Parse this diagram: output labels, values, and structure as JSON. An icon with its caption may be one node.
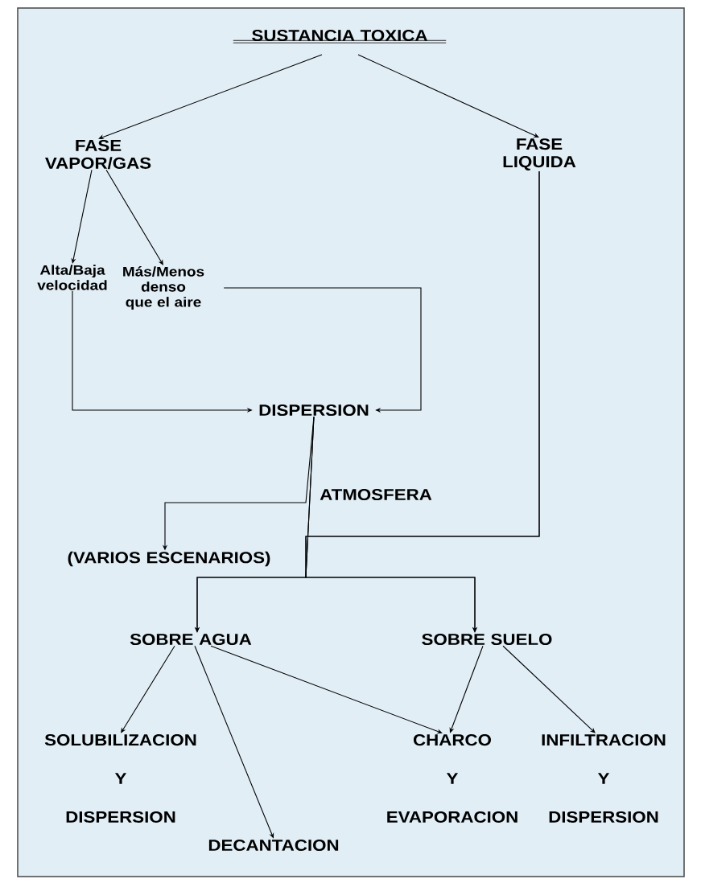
{
  "diagram": {
    "nodes": [
      {
        "text": [
          "SUSTANCIA TOXICA"
        ]
      },
      {
        "text": [
          "FASE VAPOR/GAS"
        ]
      },
      {
        "text": [
          "FASE LIQUIDA"
        ]
      },
      {
        "text": [
          "Alta/Baja velocidad"
        ]
      },
      {
        "text": [
          "Más/Menos denso que el aire"
        ]
      },
      {
        "text": [
          "DISPERSION"
        ]
      },
      {
        "text": [
          "(VARIOS ESCENARIOS)"
        ]
      },
      {
        "text": [
          "SOBRE AGUA"
        ]
      },
      {
        "text": [
          "SOBRE SUELO"
        ]
      },
      {
        "text": [
          "SOLUBILIZACION",
          "Y",
          "DISPERSION"
        ]
      },
      {
        "text": [
          "DECANTACION"
        ]
      },
      {
        "text": [
          "CHARCO",
          "Y",
          "EVAPORACION"
        ]
      },
      {
        "text": [
          "INFILTRACION",
          "Y",
          "DISPERSION"
        ]
      }
    ],
    "edges": [
      {
        "from": 0,
        "to": 1,
        "arrow": "to"
      },
      {
        "from": 0,
        "to": 2,
        "arrow": "to"
      },
      {
        "from": 1,
        "to": 3,
        "arrow": "to"
      },
      {
        "from": 1,
        "to": 4,
        "arrow": "to"
      },
      {
        "from": 3,
        "to": 5,
        "arrow": "to"
      },
      {
        "from": 4,
        "to": 5,
        "arrow": "to"
      },
      {
        "from": 5,
        "to": 6,
        "arrow": "to"
      },
      {
        "from": 5,
        "to": 7,
        "arrow": "to"
      },
      {
        "from": 5,
        "to": 8,
        "arrow": "to"
      },
      {
        "from": 2,
        "to": 7,
        "arrow": "to"
      },
      {
        "from": 2,
        "to": 8,
        "arrow": "to"
      },
      {
        "from": 7,
        "to": 9,
        "arrow": "to"
      },
      {
        "from": 7,
        "to": 10,
        "arrow": "to"
      },
      {
        "from": 7,
        "to": 11,
        "arrow": "to"
      },
      {
        "from": 8,
        "to": 11,
        "arrow": "to"
      },
      {
        "from": 8,
        "to": 12,
        "arrow": "to"
      }
    ],
    "labels": [
      "ATMOSFERA"
    ]
  }
}
